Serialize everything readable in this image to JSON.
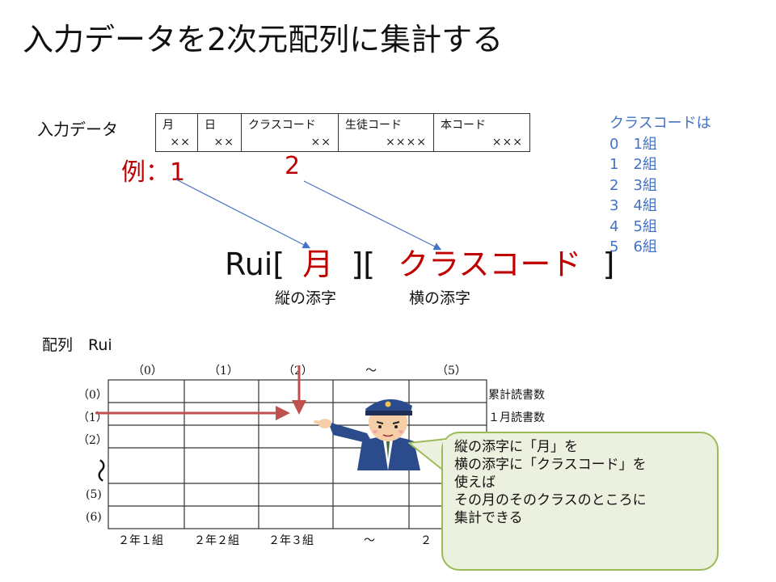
{
  "title": "入力データを2次元配列に集計する",
  "input_label": "入力データ",
  "record": {
    "fields": [
      {
        "header": "月",
        "value": "××"
      },
      {
        "header": "日",
        "value": "××"
      },
      {
        "header": "クラスコード",
        "value": "××"
      },
      {
        "header": "生徒コード",
        "value": "××××"
      },
      {
        "header": "本コード",
        "value": "×××"
      }
    ]
  },
  "example_label": "例：1",
  "example_label2": "2",
  "class_code": {
    "heading": "クラスコードは",
    "items": [
      "0　1組",
      "1　2組",
      "2　3組",
      "3　4組",
      "4　5組",
      "5　6組"
    ]
  },
  "expression": {
    "open1": "Rui[",
    "index1": "月",
    "mid": "][",
    "index2": "クラスコード",
    "close": "]"
  },
  "vertical_label": "縦の添字",
  "horizontal_label": "横の添字",
  "array_label": "配列　Rui",
  "grid": {
    "col_headers": [
      "（0）",
      "（1）",
      "（2）",
      "～",
      "（5）"
    ],
    "row_headers": [
      "（0）",
      "（1）",
      "（2）",
      "～",
      "(5)",
      "(6)"
    ],
    "bottom_labels": [
      "２年１組",
      "２年２組",
      "２年３組",
      "～",
      "２"
    ],
    "right_labels": [
      "累計読書数",
      "１月読書数"
    ]
  },
  "bubble_lines": [
    "縦の添字に「月」を",
    "横の添字に「クラスコード」を",
    "使えば",
    "その月のそのクラスのところに",
    "集計できる"
  ],
  "colors": {
    "accent_red": "#c00000",
    "accent_blue": "#4472c4",
    "bubble_fill": "#ebf1de",
    "bubble_border": "#9bbb59"
  }
}
